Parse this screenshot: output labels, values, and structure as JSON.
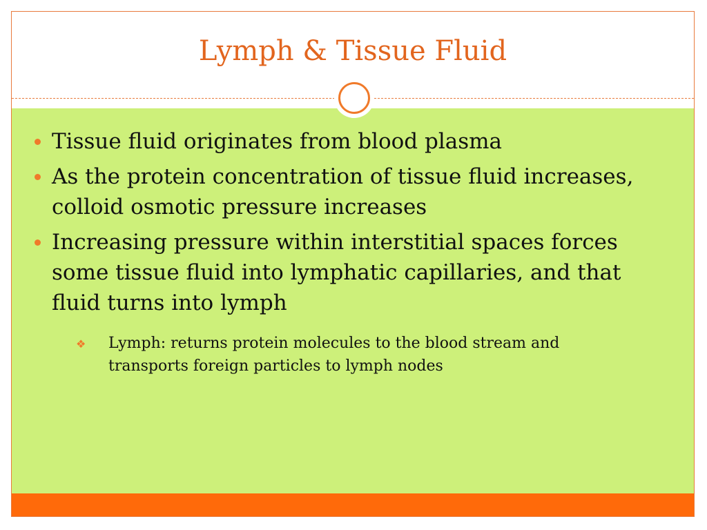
{
  "slide": {
    "title": "Lymph & Tissue Fluid",
    "bullets": [
      "Tissue fluid originates from blood plasma",
      "As the protein concentration of tissue fluid increases, colloid osmotic pressure increases",
      "Increasing pressure within interstitial spaces forces some tissue fluid into lymphatic capillaries, and that fluid turns into lymph"
    ],
    "sub_bullets": [
      "Lymph: returns protein molecules to the blood stream and transports foreign particles to lymph nodes"
    ]
  },
  "icons": {
    "bullet": "orange-dot-icon",
    "sub_bullet": "diamond-bullet-icon",
    "divider_ornament": "ring-ornament-icon"
  },
  "colors": {
    "title": "#e2651e",
    "accent": "#f07a2a",
    "content_background": "#cdf07a",
    "footer_bar": "#ff6a0a"
  }
}
